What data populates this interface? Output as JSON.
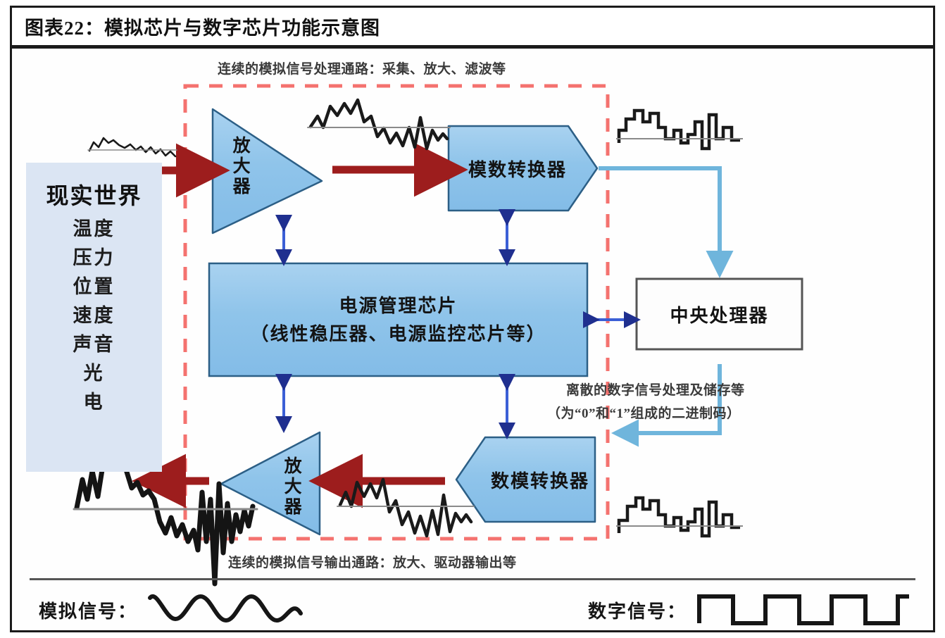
{
  "figure": {
    "title": "图表22：模拟芯片与数字芯片功能示意图"
  },
  "annotations": {
    "top_path": "连续的模拟信号处理通路：采集、放大、滤波等",
    "bottom_path": "连续的模拟信号输出通路：放大、驱动器输出等",
    "digital_line1": "离散的数字信号处理及储存等",
    "digital_line2": "（为“0”和“1”组成的二进制码）"
  },
  "real_world": {
    "title": "现实世界",
    "items": [
      "温度",
      "压力",
      "位置",
      "速度",
      "声音",
      "光",
      "电"
    ]
  },
  "blocks": {
    "amp_top": "放大器",
    "amp_bottom": "放大器",
    "adc": "模数转换器",
    "dac": "数模转换器",
    "pmic_line1": "电源管理芯片",
    "pmic_line2": "（线性稳压器、电源监控芯片等）",
    "cpu": "中央处理器"
  },
  "legend": {
    "analog_label": "模拟信号：",
    "digital_label": "数字信号："
  },
  "colors": {
    "block_fill": "#92c5ec",
    "block_stroke": "#2c5f86",
    "panel_fill": "#dbe5f3",
    "red_arrow": "#9d1d1d",
    "dashed_red": "#f4726f",
    "blue_arrow": "#6fb5dc",
    "navy_arrow": "#1f2f8f",
    "cpu_stroke": "#555555",
    "rule": "#1b1b1b"
  }
}
